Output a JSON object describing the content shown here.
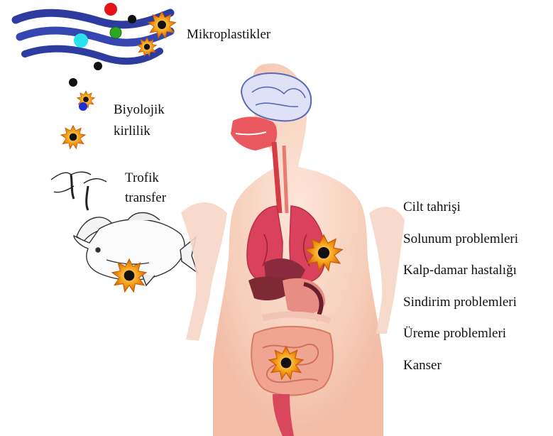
{
  "sources": {
    "microplastics": "Mikroplastikler",
    "biological_line1": "Biyolojik",
    "biological_line2": "kirlilik",
    "trophic_line1": "Trofik",
    "trophic_line2": "transfer"
  },
  "health_effects": [
    "Cilt tahrişi",
    "Solunum problemleri",
    "Kalp-damar hastalığı",
    "Sindirim problemleri",
    "Üreme problemleri",
    "Kanser"
  ],
  "colors": {
    "wave": "#2e3b9f",
    "skin": "#f6d2bf",
    "lung": "#d9425a",
    "intestine": "#f0a592",
    "particle_burst": "#f3a21a"
  }
}
